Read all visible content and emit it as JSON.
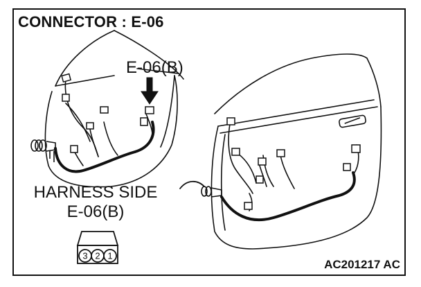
{
  "diagram": {
    "title": "CONNECTOR : E-06",
    "callout_label": "E-06(B)",
    "harness_side_line1": "HARNESS SIDE",
    "harness_side_line2": "E-06(B)",
    "figure_code": "AC201217 AC",
    "connector_pins": [
      "3",
      "2",
      "1"
    ]
  },
  "colors": {
    "ink": "#111111",
    "background": "#ffffff"
  }
}
